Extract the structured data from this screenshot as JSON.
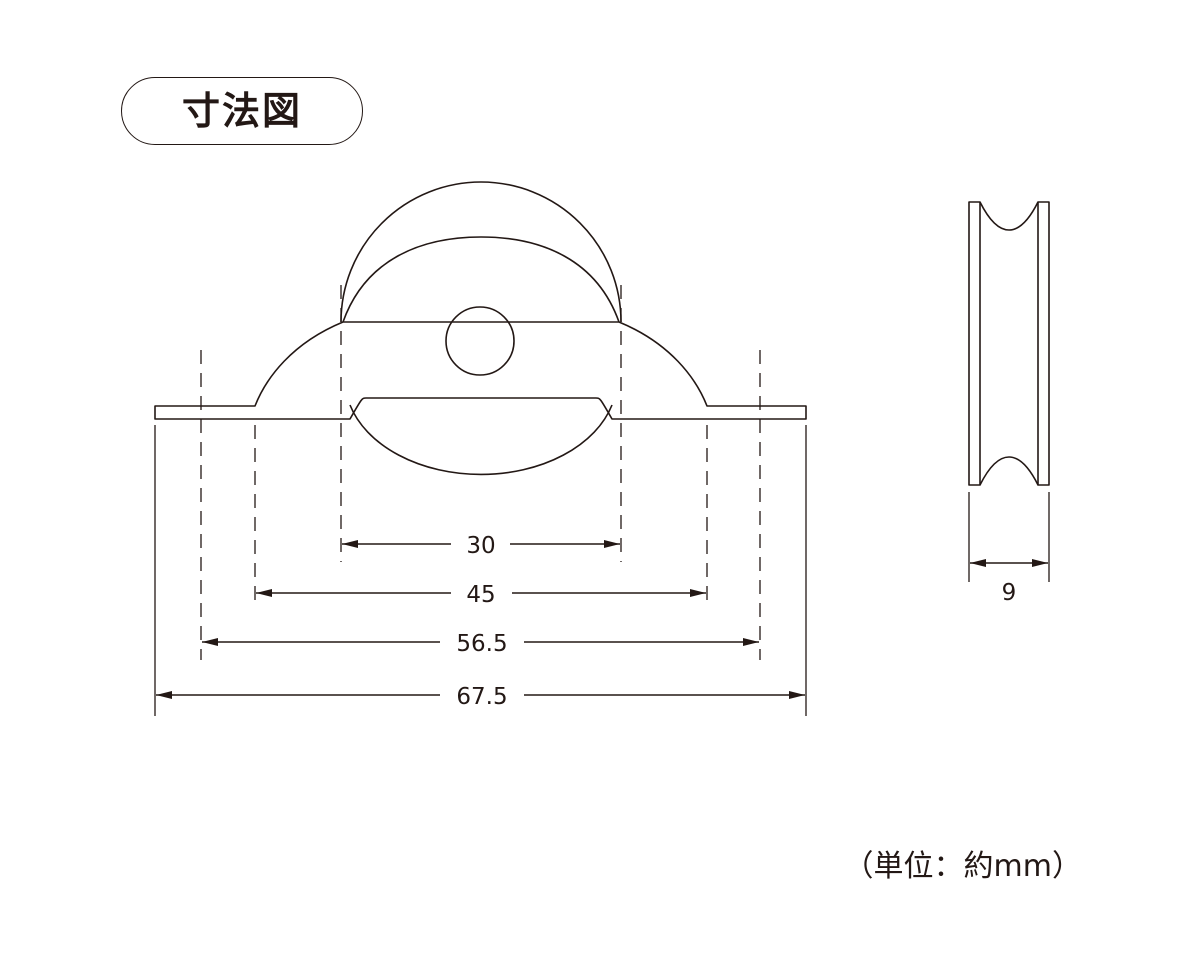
{
  "title": "寸法図",
  "unit_note": "（単位：約mm）",
  "colors": {
    "line": "#231815",
    "background": "#ffffff"
  },
  "dimensions": {
    "wheel_width": "30",
    "bracket_inner_width": "45",
    "mounting_hole_pitch": "56.5",
    "overall_length": "67.5",
    "wheel_thickness": "9"
  }
}
